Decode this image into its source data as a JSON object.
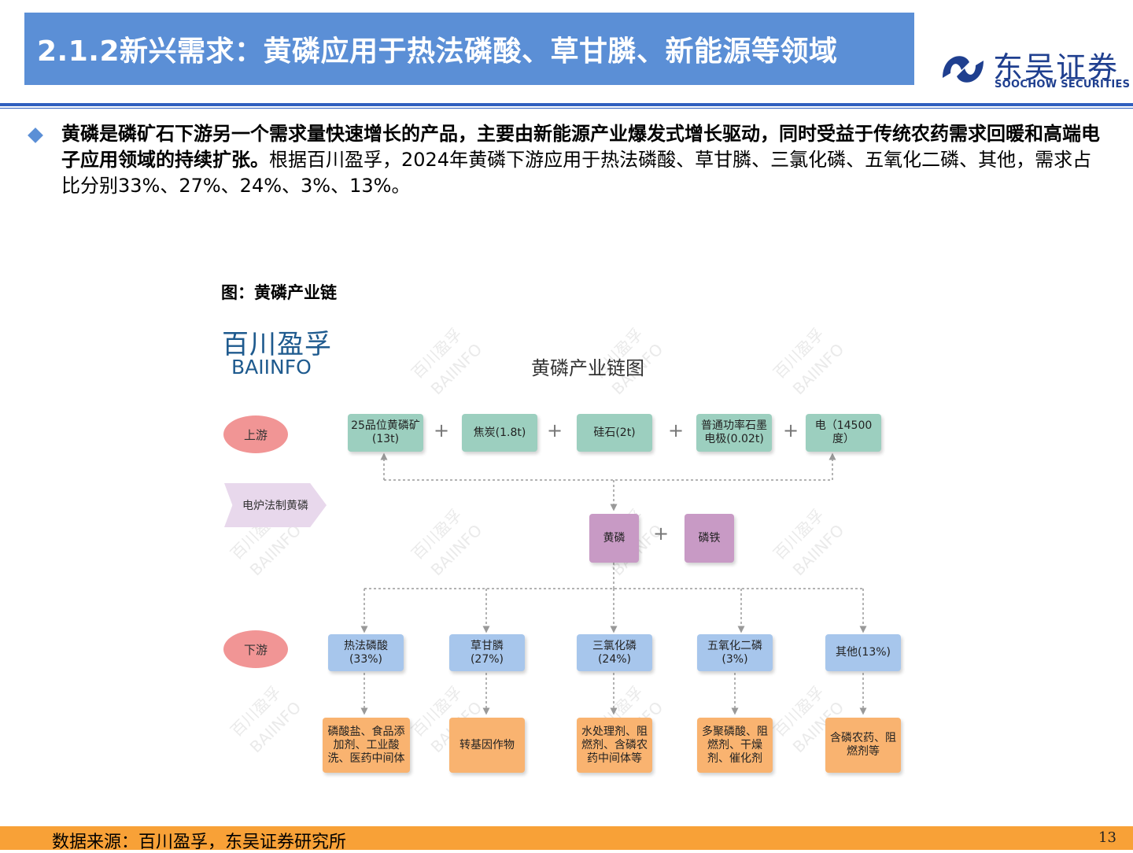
{
  "header": {
    "title": "2.1.2新兴需求：黄磷应用于热法磷酸、草甘膦、新能源等领域",
    "logo": {
      "cn": "东吴证券",
      "en": "SOOCHOW SECURITIES"
    }
  },
  "bullet": {
    "bold_text": "黄磷是磷矿石下游另一个需求量快速增长的产品，主要由新能源产业爆发式增长驱动，同时受益于传统农药需求回暖和高端电子应用领域的持续扩张。",
    "normal_text": "根据百川盈孚，2024年黄磷下游应用于热法磷酸、草甘膦、三氯化磷、五氧化二磷、其他，需求占比分别33%、27%、24%、3%、13%。"
  },
  "figure": {
    "caption": "图：黄磷产业链",
    "source_logo": {
      "cn": "百川盈孚",
      "en": "BAIINFO"
    },
    "title": "黄磷产业链图",
    "watermark": {
      "cn": "百川盈孚",
      "en": "BAIINFO"
    },
    "stages": {
      "upstream": "上游",
      "process": "电炉法制黄磷",
      "downstream": "下游"
    },
    "plus_sign": "+",
    "inputs": [
      "25品位黄磷矿(13t)",
      "焦炭(1.8t)",
      "硅石(2t)",
      "普通功率石墨电极(0.02t)",
      "电（14500度）"
    ],
    "products": [
      "黄磷",
      "磷铁"
    ],
    "downstream": [
      {
        "name": "热法磷酸",
        "share": "(33%)",
        "use": "磷酸盐、食品添加剂、工业酸洗、医药中间体"
      },
      {
        "name": "草甘膦",
        "share": "(27%)",
        "use": "转基因作物"
      },
      {
        "name": "三氯化磷",
        "share": "(24%)",
        "use": "水处理剂、阻燃剂、含磷农药中间体等"
      },
      {
        "name": "五氧化二磷",
        "share": "(3%)",
        "use": "多聚磷酸、阻燃剂、干燥剂、催化剂"
      },
      {
        "name": "其他",
        "share": "(13%)",
        "use": "含磷农药、阻燃剂等"
      }
    ]
  },
  "footer": {
    "source": "数据来源：百川盈孚，东吴证券研究所",
    "page_number": "13"
  },
  "colors": {
    "title_bar": "#5b8fd6",
    "brand_blue": "#1f3f8f",
    "footer_bar": "#f8a137",
    "input_node": "#9ccfbf",
    "product_node": "#c89ac5",
    "downstream_node": "#a7c6ec",
    "application_node": "#f9b370",
    "stage_ellipse": "#f19595"
  }
}
